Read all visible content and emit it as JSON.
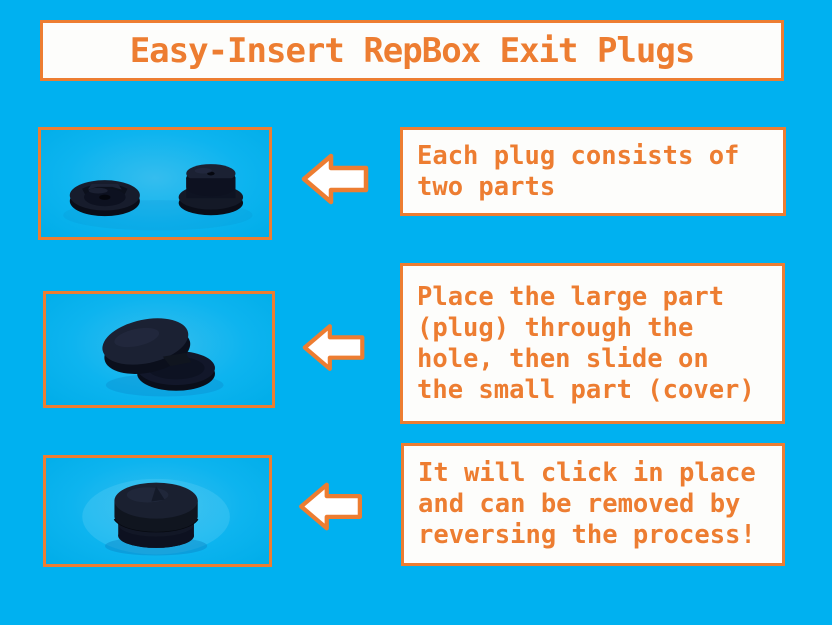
{
  "title": "Easy-Insert RepBox Exit Plugs",
  "colors": {
    "background": "#00B1F0",
    "accent": "#ED7D31",
    "panel": "#FDFDFB",
    "part_dark": "#151A28"
  },
  "icons": {
    "step_arrow": "left-arrow-icon"
  },
  "steps": [
    {
      "photo": "plug-two-parts-photo",
      "text": "Each plug consists of\ntwo parts"
    },
    {
      "photo": "plug-partially-assembled-photo",
      "text": "Place the large part\n(plug) through the\nhole, then slide on\nthe small part (cover)"
    },
    {
      "photo": "plug-assembled-photo",
      "text": "It will click in place\nand can be removed by\nreversing the process!"
    }
  ]
}
